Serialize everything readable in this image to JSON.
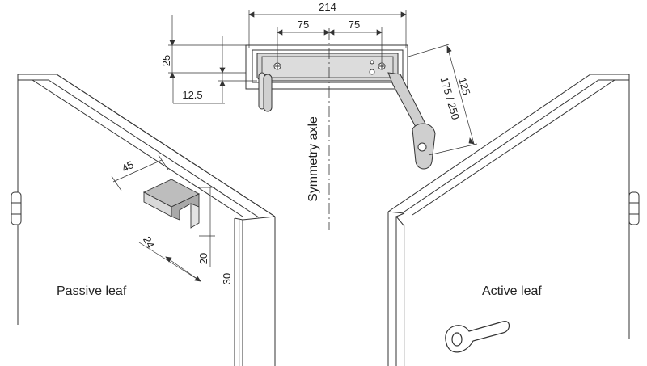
{
  "labels": {
    "passive_leaf": "Passive leaf",
    "active_leaf": "Active leaf",
    "symmetry_axle": "Symmetry axle"
  },
  "dimensions": {
    "overall_width": "214",
    "half_left": "75",
    "half_right": "75",
    "height": "25",
    "offset": "12.5",
    "arm_length": "125",
    "arm_range": "175 / 250",
    "bracket_width": "45",
    "bracket_depth": "24",
    "bracket_height": "20",
    "bracket_total": "30"
  }
}
